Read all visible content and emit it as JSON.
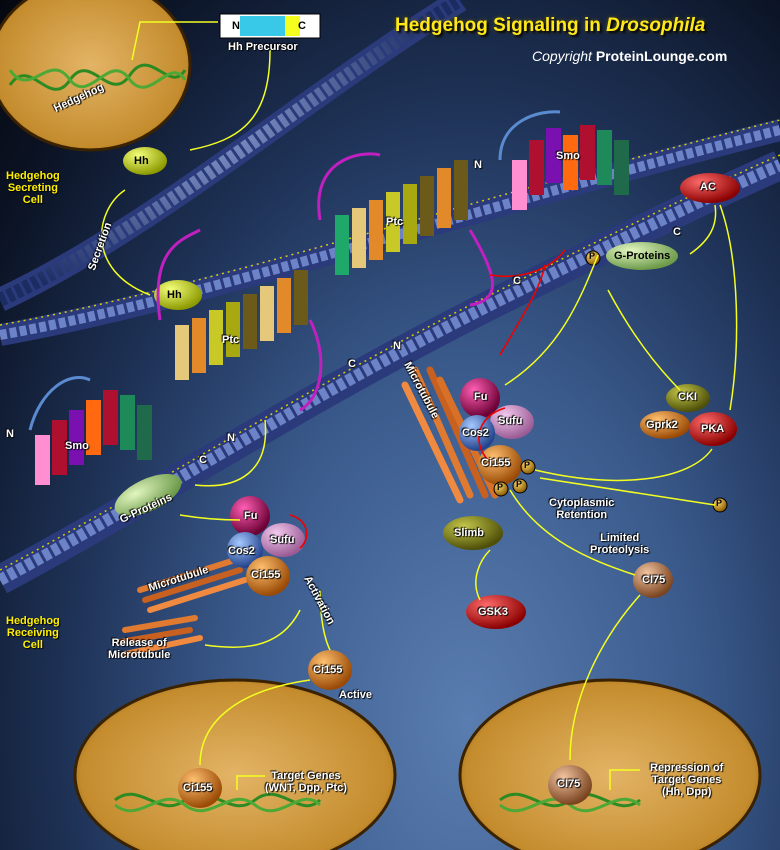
{
  "title": {
    "main": "Hedgehog Signaling in",
    "italic": "Drosophila"
  },
  "copyright": {
    "prefix": "Copyright",
    "site": "ProteinLounge.com"
  },
  "precursor": {
    "n": "N",
    "c": "C",
    "label": "Hh Precursor"
  },
  "labels": {
    "hedgehog_gene": "Hedgehog",
    "hh_top": "Hh",
    "hh_mem": "Hh",
    "secreting_cell": [
      "Hedgehog",
      "Secreting",
      "Cell"
    ],
    "secretion": "Secretion",
    "receiving_cell": [
      "Hedgehog",
      "Receiving",
      "Cell"
    ],
    "ptc_1": "Ptc",
    "ptc_2": "Ptc",
    "smo_1": "Smo",
    "smo_2": "Smo",
    "n_1": "N",
    "n_2": "N",
    "n_3": "N",
    "n_4": "N",
    "c_1": "C",
    "c_2": "C",
    "c_3": "C",
    "c_4": "C",
    "g_proteins_1": "G-Proteins",
    "g_proteins_2": "G-Proteins",
    "ac": "AC",
    "cki": "CKI",
    "gprk2": "Gprk2",
    "pka": "PKA",
    "fu_1": "Fu",
    "sufu_1": "Sufu",
    "cos2_1": "Cos2",
    "ci155_1": "Ci155",
    "fu_2": "Fu",
    "sufu_2": "Sufu",
    "cos2_2": "Cos2",
    "ci155_2": "Ci155",
    "microtubule_1": "Microtubule",
    "microtubule_2": "Microtubule",
    "activation": "Activation",
    "release": [
      "Release of",
      "Microtubule"
    ],
    "ci155_active": "Ci155",
    "active": "Active",
    "ci155_nuc": "Ci155",
    "target_genes": [
      "Target Genes",
      "(WNT, Dpp, Ptc)"
    ],
    "cytoplasmic_retention": [
      "Cytoplasmic",
      "Retention"
    ],
    "limited_proteolysis": [
      "Limited",
      "Proteolysis"
    ],
    "slimb": "Slimb",
    "gsk3": "GSK3",
    "ci75": "CI75",
    "ci75_nuc": "CI75",
    "repression": [
      "Repression of",
      "Target Genes",
      "(Hh, Dpp)"
    ],
    "p": "P"
  }
}
